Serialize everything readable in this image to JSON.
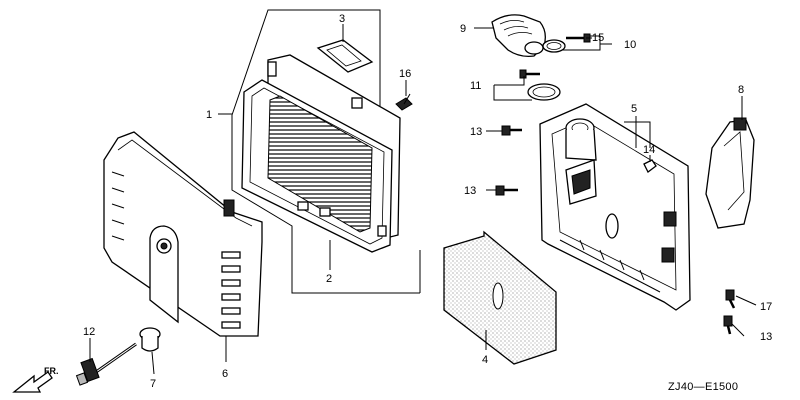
{
  "diagram": {
    "code": "ZJ40—E1500",
    "direction_label": "FR.",
    "callouts": [
      {
        "id": "c1",
        "text": "1"
      },
      {
        "id": "c2",
        "text": "2"
      },
      {
        "id": "c3",
        "text": "3"
      },
      {
        "id": "c4",
        "text": "4"
      },
      {
        "id": "c5",
        "text": "5"
      },
      {
        "id": "c6",
        "text": "6"
      },
      {
        "id": "c7",
        "text": "7"
      },
      {
        "id": "c8",
        "text": "8"
      },
      {
        "id": "c9",
        "text": "9"
      },
      {
        "id": "c10",
        "text": "10"
      },
      {
        "id": "c11",
        "text": "11"
      },
      {
        "id": "c12",
        "text": "12"
      },
      {
        "id": "c13a",
        "text": "13"
      },
      {
        "id": "c13b",
        "text": "13"
      },
      {
        "id": "c13c",
        "text": "13"
      },
      {
        "id": "c14",
        "text": "14"
      },
      {
        "id": "c15",
        "text": "15"
      },
      {
        "id": "c16",
        "text": "16"
      },
      {
        "id": "c17",
        "text": "17"
      }
    ]
  }
}
